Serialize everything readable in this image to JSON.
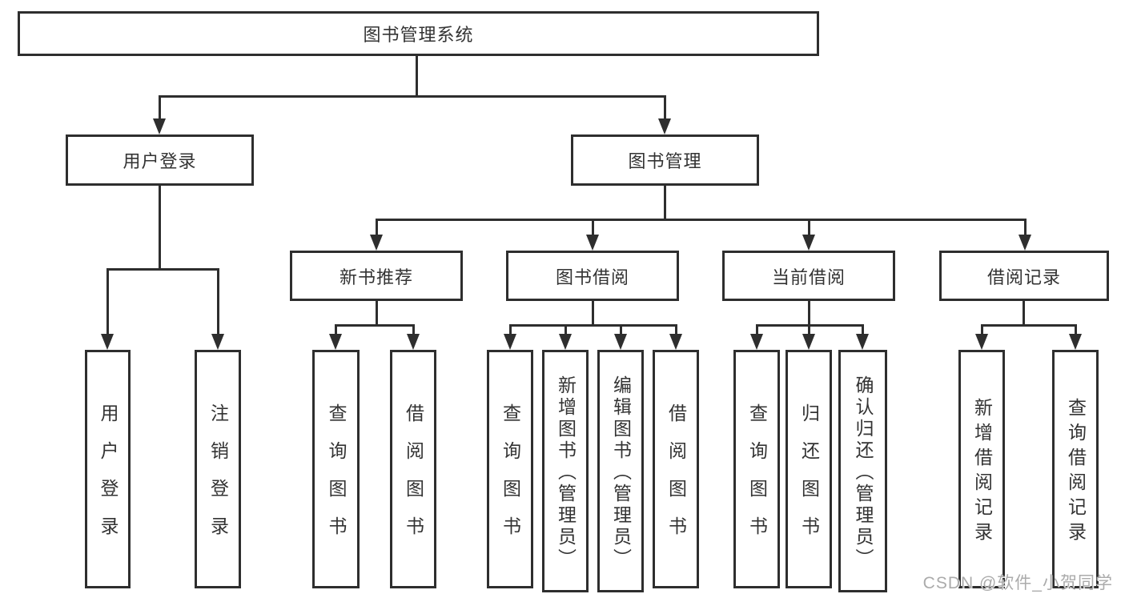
{
  "nodes": {
    "root": {
      "label": "图书管理系统"
    },
    "user_login": {
      "label": "用户登录"
    },
    "book_manage": {
      "label": "图书管理"
    },
    "new_book_recommend": {
      "label": "新书推荐"
    },
    "book_borrow": {
      "label": "图书借阅"
    },
    "current_borrow": {
      "label": "当前借阅"
    },
    "borrow_records": {
      "label": "借阅记录"
    },
    "leaf_user_login": {
      "label": "用户登录"
    },
    "leaf_logout": {
      "label": "注销登录"
    },
    "leaf_rec_query_book": {
      "label": "查询图书"
    },
    "leaf_rec_borrow_book": {
      "label": "借阅图书"
    },
    "leaf_bb_query_book": {
      "label": "查询图书"
    },
    "leaf_bb_add_book": {
      "label": "新增图书（管理员）"
    },
    "leaf_bb_edit_book": {
      "label": "编辑图书（管理员）"
    },
    "leaf_bb_borrow_book": {
      "label": "借阅图书"
    },
    "leaf_cb_query_book": {
      "label": "查询图书"
    },
    "leaf_cb_return_book": {
      "label": "归还图书"
    },
    "leaf_cb_confirm_return": {
      "label": "确认归还（管理员）"
    },
    "leaf_br_add_record": {
      "label": "新增借阅记录"
    },
    "leaf_br_query_record": {
      "label": "查询借阅记录"
    }
  },
  "watermark": {
    "text": "CSDN @软件_小贺同学"
  },
  "colors": {
    "line": "#2e2e2e",
    "box_border": "#2e2e2e",
    "box_fill": "#ffffff",
    "text": "#333333",
    "watermark": "#ababab",
    "background": "#ffffff"
  }
}
